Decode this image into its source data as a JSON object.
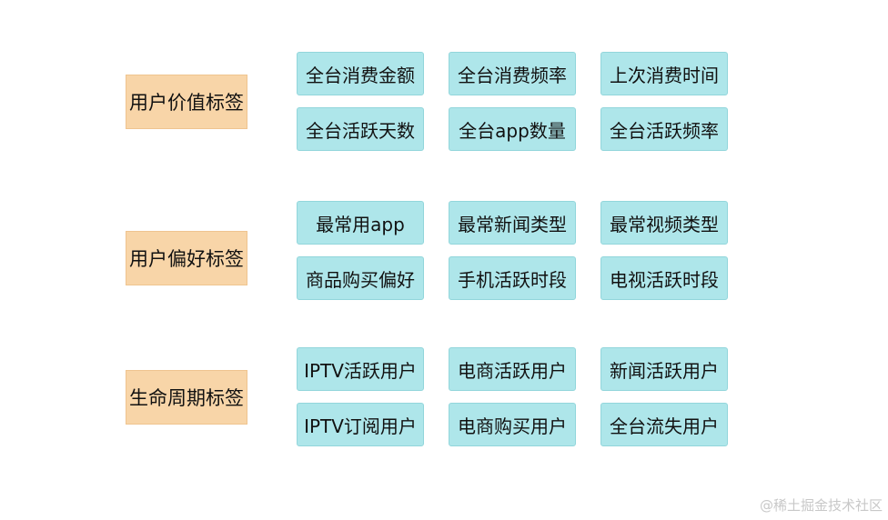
{
  "groups": [
    {
      "label": "用户价值标签",
      "tags": [
        "全台消费金额",
        "全台消费频率",
        "上次消费时间",
        "全台活跃天数",
        "全台app数量",
        "全台活跃频率"
      ]
    },
    {
      "label": "用户偏好标签",
      "tags": [
        "最常用app",
        "最常新闻类型",
        "最常视频类型",
        "商品购买偏好",
        "手机活跃时段",
        "电视活跃时段"
      ]
    },
    {
      "label": "生命周期标签",
      "tags": [
        "IPTV活跃用户",
        "电商活跃用户",
        "新闻活跃用户",
        "IPTV订阅用户",
        "电商购买用户",
        "全台流失用户"
      ]
    }
  ],
  "watermark": "@稀土掘金技术社区",
  "colors": {
    "category_fill": "#f8d5a8",
    "tag_fill": "#aee6ea"
  }
}
